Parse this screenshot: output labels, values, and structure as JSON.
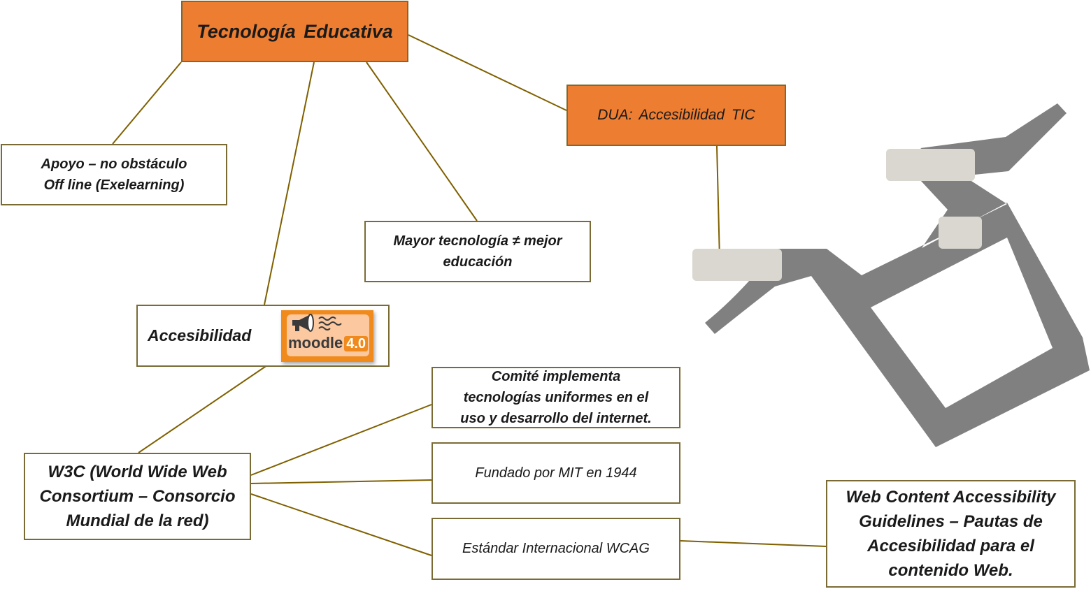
{
  "nodes": {
    "title": "Tecnología Educativa",
    "dua": "DUA: Accesibilidad TIC",
    "apoyo": [
      "Apoyo – no obstáculo",
      "Off line (Exelearning)"
    ],
    "mayor": [
      "Mayor tecnología ≠ mejor",
      "educación"
    ],
    "accesibilidad": "Accesibilidad",
    "comite": [
      "Comité implementa",
      "tecnologías uniformes en el",
      "uso y desarrollo del internet."
    ],
    "w3c": [
      "W3C (World Wide Web",
      "Consortium – Consorcio",
      "Mundial de la red)"
    ],
    "fundado": "Fundado por MIT en 1944",
    "estandar": "Estándar Internacional WCAG",
    "wcag": [
      "Web Content Accessibility",
      "Guidelines – Pautas de",
      "Accesibilidad para el",
      "contenido Web."
    ]
  },
  "logo": {
    "name": "moodle",
    "version": "4.0",
    "icon": "megaphone-icon"
  },
  "colors": {
    "orange_fill": "#ed7d31",
    "border": "#7a6b35",
    "connector": "#7f6000",
    "decor_gray": "#808080",
    "decor_light": "#d9d7cf"
  }
}
